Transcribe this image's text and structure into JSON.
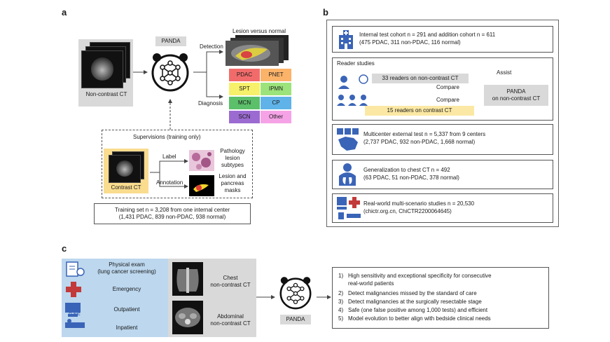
{
  "panels": {
    "a": "a",
    "b": "b",
    "c": "c"
  },
  "panel_a": {
    "input_label": "Non-contrast CT",
    "model_label": "PANDA",
    "detection_label": "Detection",
    "lesion_title": "Lesion versus normal",
    "diagnosis_label": "Diagnosis",
    "subtypes": [
      {
        "name": "PDAC",
        "color": "#f26b6b"
      },
      {
        "name": "PNET",
        "color": "#fbb36a"
      },
      {
        "name": "SPT",
        "color": "#f6f06a"
      },
      {
        "name": "IPMN",
        "color": "#9be37a"
      },
      {
        "name": "MCN",
        "color": "#5cbf6a"
      },
      {
        "name": "CP",
        "color": "#5fb3e8"
      },
      {
        "name": "SCN",
        "color": "#9b6bd1"
      },
      {
        "name": "Other",
        "color": "#f5a3e6"
      }
    ],
    "supervision_title": "Supervisions (training only)",
    "contrast_label": "Contrast CT",
    "label_arrow": "Label",
    "annotation_arrow": "Annotation",
    "pathology_text": [
      "Pathology",
      "lesion",
      "subtypes"
    ],
    "mask_text": [
      "Lesion and",
      "pancreas",
      "masks"
    ],
    "training_line1": "Training set n = 3,208 from one internal center",
    "training_line2": "(1,431 PDAC, 839 non-PDAC, 938 normal)"
  },
  "panel_b": {
    "internal_line1": "Internal test cohort n = 291 and addition cohort n = 611",
    "internal_line2": "(475 PDAC, 311 non-PDAC, 116 normal)",
    "reader_title": "Reader studies",
    "readers_noncontrast": "33 readers on non-contrast CT",
    "assist": "Assist",
    "compare1": "Compare",
    "compare2": "Compare",
    "panda_line1": "PANDA",
    "panda_line2": "on non-contrast CT",
    "readers_contrast": "15 readers on contrast CT",
    "external_line1": "Multicenter external test n = 5,337 from 9 centers",
    "external_line2": "(2,737 PDAC, 932 non-PDAC, 1,668 normal)",
    "chest_line1": "Generalization to chest CT n = 492",
    "chest_line2": "(63 PDAC, 51 non-PDAC, 378 normal)",
    "real_line1": "Real-world multi-scenario studies n = 20,530",
    "real_line2": "(chictr.org.cn, ChiCTR2200064645)"
  },
  "panel_c": {
    "scenarios": [
      {
        "line1": "Physical exam",
        "line2": "(lung cancer screening)"
      },
      {
        "line1": "Emergency",
        "line2": ""
      },
      {
        "line1": "Outpatient",
        "line2": ""
      },
      {
        "line1": "Inpatient",
        "line2": ""
      }
    ],
    "clinic_tag": "CLINIC",
    "chest_line1": "Chest",
    "chest_line2": "non-contrast CT",
    "abd_line1": "Abdominal",
    "abd_line2": "non-contrast CT",
    "model_label": "PANDA",
    "outcomes": [
      {
        "num": "1)",
        "line1": "High sensitivity and exceptional specificity for consecutive",
        "line2": "real-world patients"
      },
      {
        "num": "2)",
        "line1": "Detect malignancies missed by the standard of care",
        "line2": ""
      },
      {
        "num": "3)",
        "line1": "Detect malignancies at the surgically resectable stage",
        "line2": ""
      },
      {
        "num": "4)",
        "line1": "Safe (one false positive among 1,000 tests) and efficient",
        "line2": ""
      },
      {
        "num": "5)",
        "line1": "Model evolution to better align with bedside clinical needs",
        "line2": ""
      }
    ]
  }
}
